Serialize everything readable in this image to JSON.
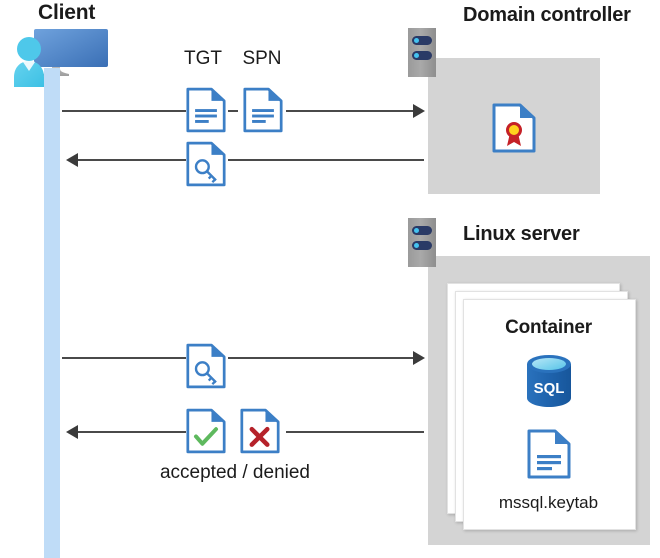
{
  "diagram": {
    "title": "Kerberos authentication flow between client, domain controller and Linux SQL Server container",
    "accent_blue": "#3c7fc6",
    "panel_gray": "#d4d4d4",
    "lifeline_blue": "#bfdcf7",
    "arrow_color": "#4a4a4a",
    "check_green": "#5eb95e",
    "cross_red": "#b5222a",
    "seal_red": "#c52127",
    "seal_yellow": "#ffd21e",
    "sql_blue": "#1f65b0"
  },
  "client": {
    "title": "Client",
    "icon": "workstation-user-icon",
    "lifeline": "client-lifeline"
  },
  "domain_controller": {
    "title": "Domain controller",
    "server_icon": "server-rack-icon",
    "contents": [
      {
        "icon": "certificate-document-icon",
        "name": "certificate"
      }
    ]
  },
  "linux_server": {
    "title": "Linux server",
    "server_icon": "server-rack-icon",
    "container": {
      "title": "Container",
      "stack_count": 3,
      "items": [
        {
          "icon": "sql-database-icon",
          "label": "SQL"
        },
        {
          "icon": "keytab-document-icon",
          "label": "mssql.keytab"
        }
      ]
    }
  },
  "flows": [
    {
      "id": "flow-1",
      "direction": "right",
      "from": "client",
      "to": "domain-controller",
      "labels": [
        "TGT",
        "SPN"
      ],
      "icons": [
        "document-icon",
        "document-icon"
      ]
    },
    {
      "id": "flow-2",
      "direction": "left",
      "from": "domain-controller",
      "to": "client",
      "labels": [],
      "icons": [
        "key-document-icon"
      ]
    },
    {
      "id": "flow-3",
      "direction": "right",
      "from": "client",
      "to": "linux-server",
      "labels": [],
      "icons": [
        "key-document-icon"
      ]
    },
    {
      "id": "flow-4",
      "direction": "left",
      "from": "linux-server",
      "to": "client",
      "labels": [
        "accepted / denied"
      ],
      "icons": [
        "check-document-icon",
        "cross-document-icon"
      ]
    }
  ],
  "labels": {
    "tgt": "TGT",
    "spn": "SPN",
    "accepted_denied": "accepted / denied",
    "keytab_file": "mssql.keytab",
    "sql": "SQL"
  }
}
